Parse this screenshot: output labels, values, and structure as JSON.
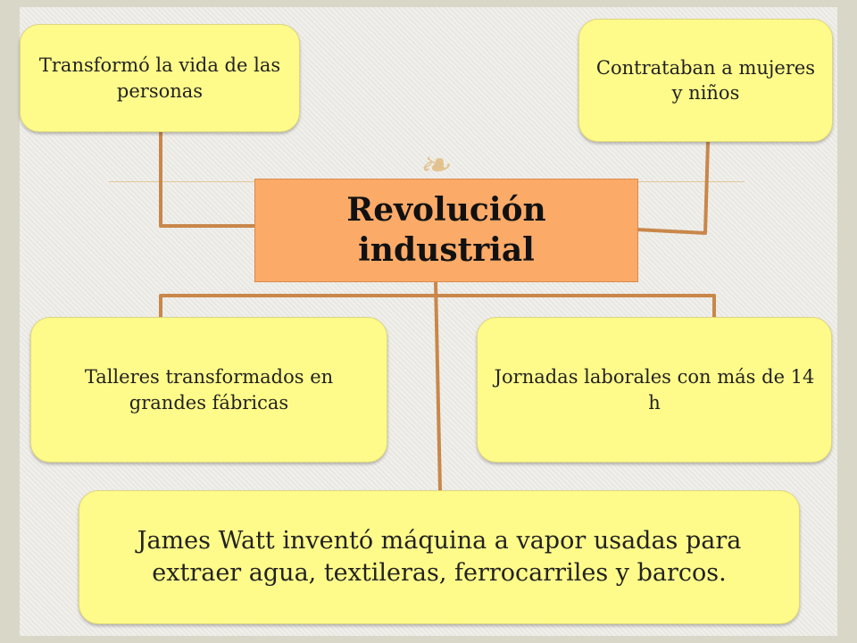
{
  "center": {
    "title": "Revolución industrial"
  },
  "nodes": {
    "top_left": "Transformó la vida de las personas",
    "top_right": "Contrataban a mujeres y niños",
    "mid_left": "Talleres transformados en grandes fábricas",
    "mid_right": "Jornadas laborales con más de 14 h",
    "bottom": "James Watt inventó máquina a vapor usadas para extraer agua, textileras, ferrocarriles y barcos."
  },
  "colors": {
    "node_fill": "#fffb8a",
    "center_fill": "#fbaa68",
    "connector": "#c9874a",
    "accent_rule": "#e3c79a"
  },
  "icons": {
    "ornament": "fleuron-ornament-icon"
  }
}
